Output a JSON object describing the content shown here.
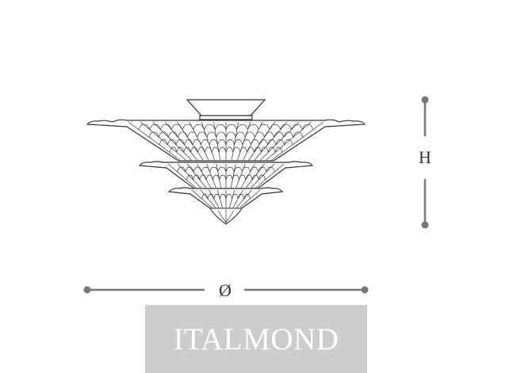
{
  "dimensions": {
    "height_label": "H",
    "diameter_label": "Ø"
  },
  "watermark": {
    "text": "ITALMOND"
  },
  "colors": {
    "line": "#333333",
    "dimension": "#777777",
    "watermark_bg": "#cccccc",
    "watermark_text": "#ffffff"
  }
}
